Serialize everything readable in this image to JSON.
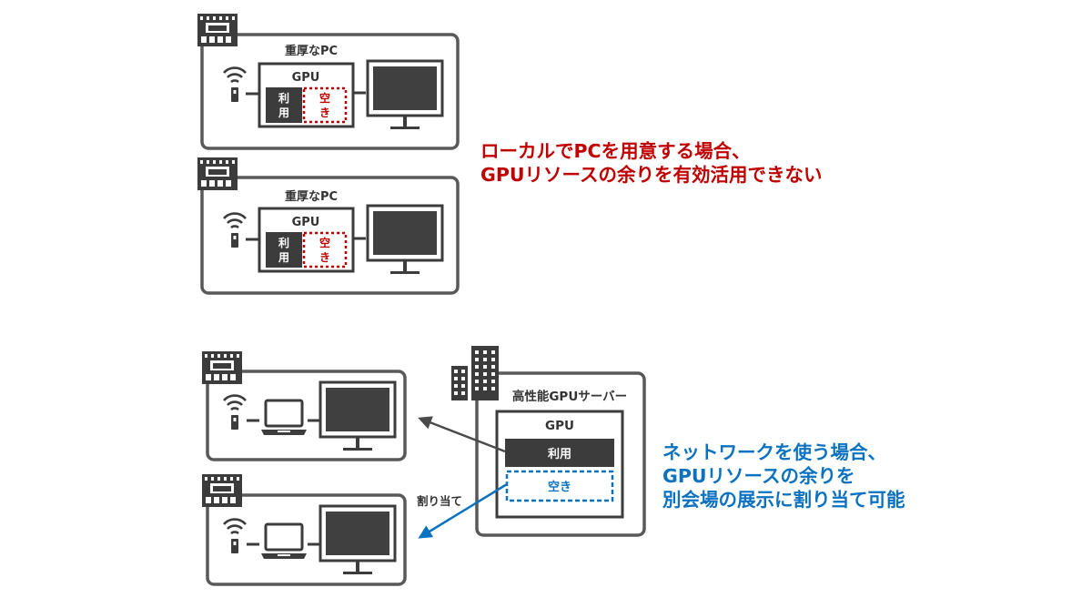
{
  "colors": {
    "outline": "#595959",
    "dark": "#3c3c3c",
    "red": "#c00000",
    "blue": "#0b72c1",
    "monitor_screen": "#404040"
  },
  "icons": [
    "venue-icon",
    "wifi-sensor-icon",
    "monitor-icon",
    "laptop-icon",
    "building-icon"
  ],
  "local": {
    "pc_label": "重厚なPC",
    "gpu_label": "GPU",
    "used_label": [
      "利",
      "用"
    ],
    "free_label": [
      "空",
      "き"
    ]
  },
  "network": {
    "server_label": "高性能GPUサーバー",
    "gpu_label": "GPU",
    "used_label": "利用",
    "free_label": "空き",
    "assign_label": "割り当て"
  },
  "captions": {
    "red": [
      "ローカルでPCを用意する場合、",
      "GPUリソースの余りを有効活用できない"
    ],
    "blue": [
      "ネットワークを使う場合、",
      "GPUリソースの余りを",
      "別会場の展示に割り当て可能"
    ]
  }
}
